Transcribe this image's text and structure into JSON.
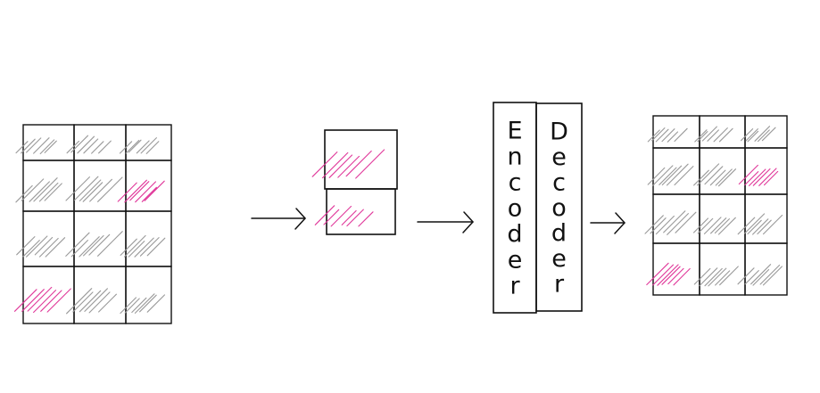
{
  "diagram": {
    "colors": {
      "line": "#111111",
      "hatch_gray": "#9a9a9a",
      "hatch_pink": "#e0389a"
    },
    "input_grid": {
      "rows": 4,
      "cols": 3,
      "highlighted_cells": [
        [
          1,
          2
        ],
        [
          3,
          0
        ]
      ]
    },
    "selected_patches": {
      "count": 2
    },
    "encoder": {
      "label": "Encoder"
    },
    "decoder": {
      "label": "Decoder"
    },
    "output_grid": {
      "rows": 4,
      "cols": 3,
      "highlighted_cells": [
        [
          1,
          2
        ],
        [
          3,
          0
        ]
      ]
    }
  }
}
